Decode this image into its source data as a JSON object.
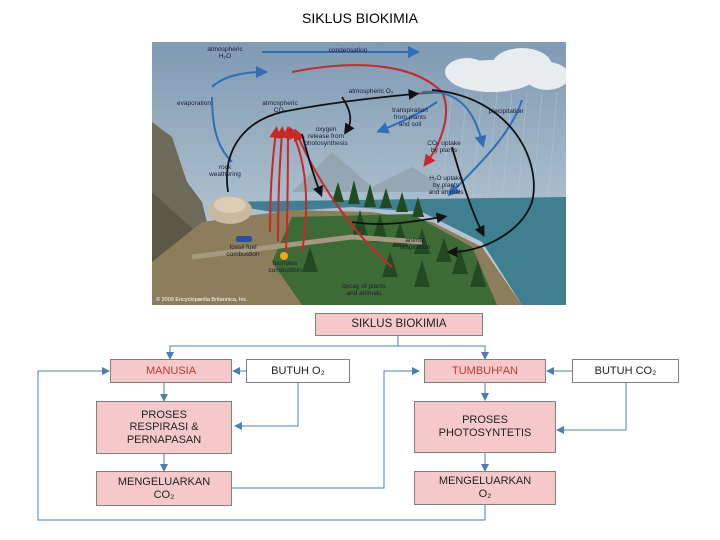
{
  "page": {
    "title": "SIKLUS BIOKIMIA"
  },
  "illustration": {
    "labels": {
      "atm_h2o": "atmospheric\nH₂O",
      "condensation": "condensation",
      "atm_o2": "atmospheric O₂",
      "evaporation": "evaporation",
      "atm_co2": "atmospheric\nCO₂",
      "transpiration": "transpiration\nfrom plants\nand soil",
      "precipitation": "precipitation",
      "oxygen_release": "oxygen\nrelease from\nphotosynthesis",
      "co2_uptake": "CO₂ uptake\nby plants",
      "rock_weathering": "rock\nweathering",
      "h2o_uptake": "H₂O uptake\nby plants\nand animals",
      "animal_resp": "animal\nrespiration",
      "fossil_fuel": "fossil fuel\ncombustion",
      "biomass": "biomass\ncombustion",
      "decay": "decay of plants\nand animals",
      "copyright": "© 2009 Encyclopædia Britannica, Inc."
    },
    "colors": {
      "sky": "#9bb3c8",
      "sea": "#3f7f90",
      "land": "#8c7e5a",
      "forest": "#2f5a2c",
      "red_arrow": "#c8282a",
      "blue_arrow": "#2f6fb5",
      "black_arrow": "#111111"
    }
  },
  "diagram": {
    "top": "SIKLUS BIOKIMIA",
    "manusia": "MANUSIA",
    "butuh_o2": "BUTUH O₂",
    "proses_resp": "PROSES\nRESPIRASI &\nPERNAPASAN",
    "out_co2": "MENGELUARKAN\nCO₂",
    "tumbuhan": "TUMBUH²AN",
    "butuh_co2": "BUTUH CO₂",
    "proses_photo": "PROSES\nPHOTOSYNTETIS",
    "out_o2": "MENGELUARKAN\nO₂",
    "colors": {
      "pink": "#f5c9c9",
      "arrow": "#4a7fb0",
      "red_text": "#c0392b"
    }
  }
}
